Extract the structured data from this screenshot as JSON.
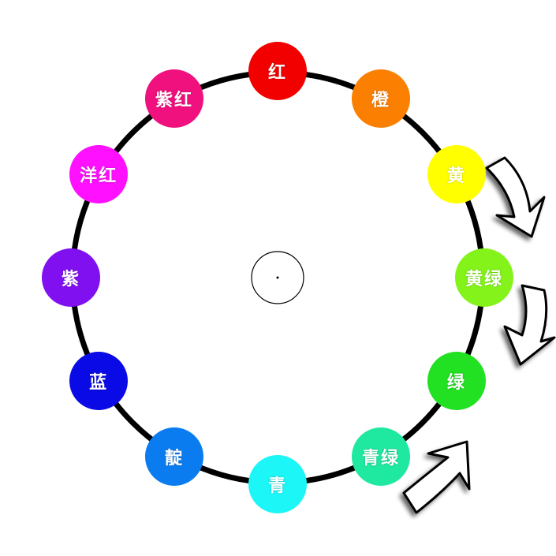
{
  "wheel": {
    "nodes": [
      {
        "label": "红",
        "color": "#f20000"
      },
      {
        "label": "橙",
        "color": "#fb7f00"
      },
      {
        "label": "黄",
        "color": "#ffff00"
      },
      {
        "label": "黄绿",
        "color": "#84f31a"
      },
      {
        "label": "绿",
        "color": "#22e022"
      },
      {
        "label": "青绿",
        "color": "#1fe8a0"
      },
      {
        "label": "青",
        "color": "#1cf6f6"
      },
      {
        "label": "靛",
        "color": "#0a7cf0"
      },
      {
        "label": "蓝",
        "color": "#0a0ae6"
      },
      {
        "label": "紫",
        "color": "#8010f0"
      },
      {
        "label": "洋红",
        "color": "#ff10ff"
      },
      {
        "label": "紫红",
        "color": "#f0107e"
      }
    ]
  }
}
